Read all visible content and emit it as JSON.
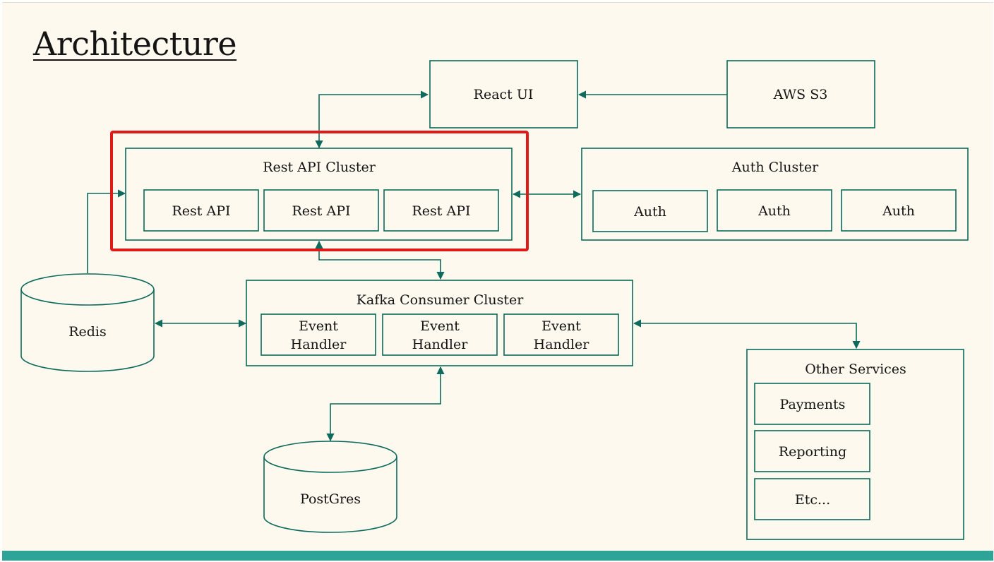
{
  "title": "Architecture",
  "nodes": {
    "react_ui": "React UI",
    "aws_s3": "AWS S3",
    "rest_api_cluster": {
      "title": "Rest API Cluster",
      "items": [
        "Rest API",
        "Rest API",
        "Rest API"
      ]
    },
    "auth_cluster": {
      "title": "Auth Cluster",
      "items": [
        "Auth",
        "Auth",
        "Auth"
      ]
    },
    "kafka_cluster": {
      "title": "Kafka Consumer Cluster",
      "items": [
        [
          "Event",
          "Handler"
        ],
        [
          "Event",
          "Handler"
        ],
        [
          "Event",
          "Handler"
        ]
      ]
    },
    "redis": "Redis",
    "postgres": "PostGres",
    "other_services": {
      "title": "Other Services",
      "items": [
        "Payments",
        "Reporting",
        "Etc..."
      ]
    }
  },
  "colors": {
    "background": "#fdf9ee",
    "stroke": "#0d6a5c",
    "highlight": "#e01919",
    "bottom_bar": "#2ea397"
  }
}
